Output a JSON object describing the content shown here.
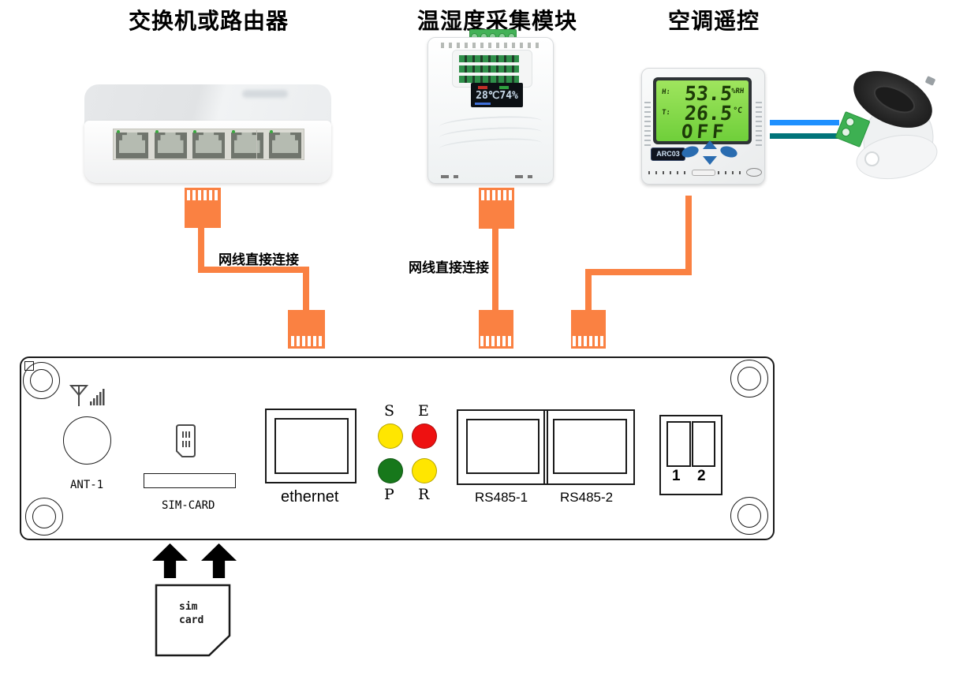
{
  "colors": {
    "cable_orange": "#FA8142",
    "wire_blue": "#1E90FF",
    "wire_teal": "#00747A"
  },
  "devices": {
    "switch": {
      "title": "交换机或路由器"
    },
    "sensor": {
      "title": "温湿度采集模块",
      "display_value": "28℃74%"
    },
    "ac": {
      "title": "空调遥控",
      "model": "ARC03",
      "lcd": {
        "h_label": "H:",
        "h_value": "53.5",
        "h_unit": "%RH",
        "t_label": "T:",
        "t_value": "26.5",
        "t_unit": "°C",
        "state": "OFF"
      }
    }
  },
  "cables": {
    "label_left": "网线直接连接",
    "label_middle": "网线直接连接"
  },
  "panel": {
    "ant_label": "ANT-1",
    "sim_slot_label": "SIM-CARD",
    "ethernet_label": "ethernet",
    "rs485_1_label": "RS485-1",
    "rs485_2_label": "RS485-2",
    "dip_1": "1",
    "dip_2": "2",
    "leds": {
      "s": {
        "label": "S",
        "color": "#FFE600"
      },
      "e": {
        "label": "E",
        "color": "#EE1111"
      },
      "p": {
        "label": "P",
        "color": "#17781B"
      },
      "r": {
        "label": "R",
        "color": "#FFE600"
      }
    }
  },
  "sim_card": {
    "line1": "sim",
    "line2": "card"
  }
}
